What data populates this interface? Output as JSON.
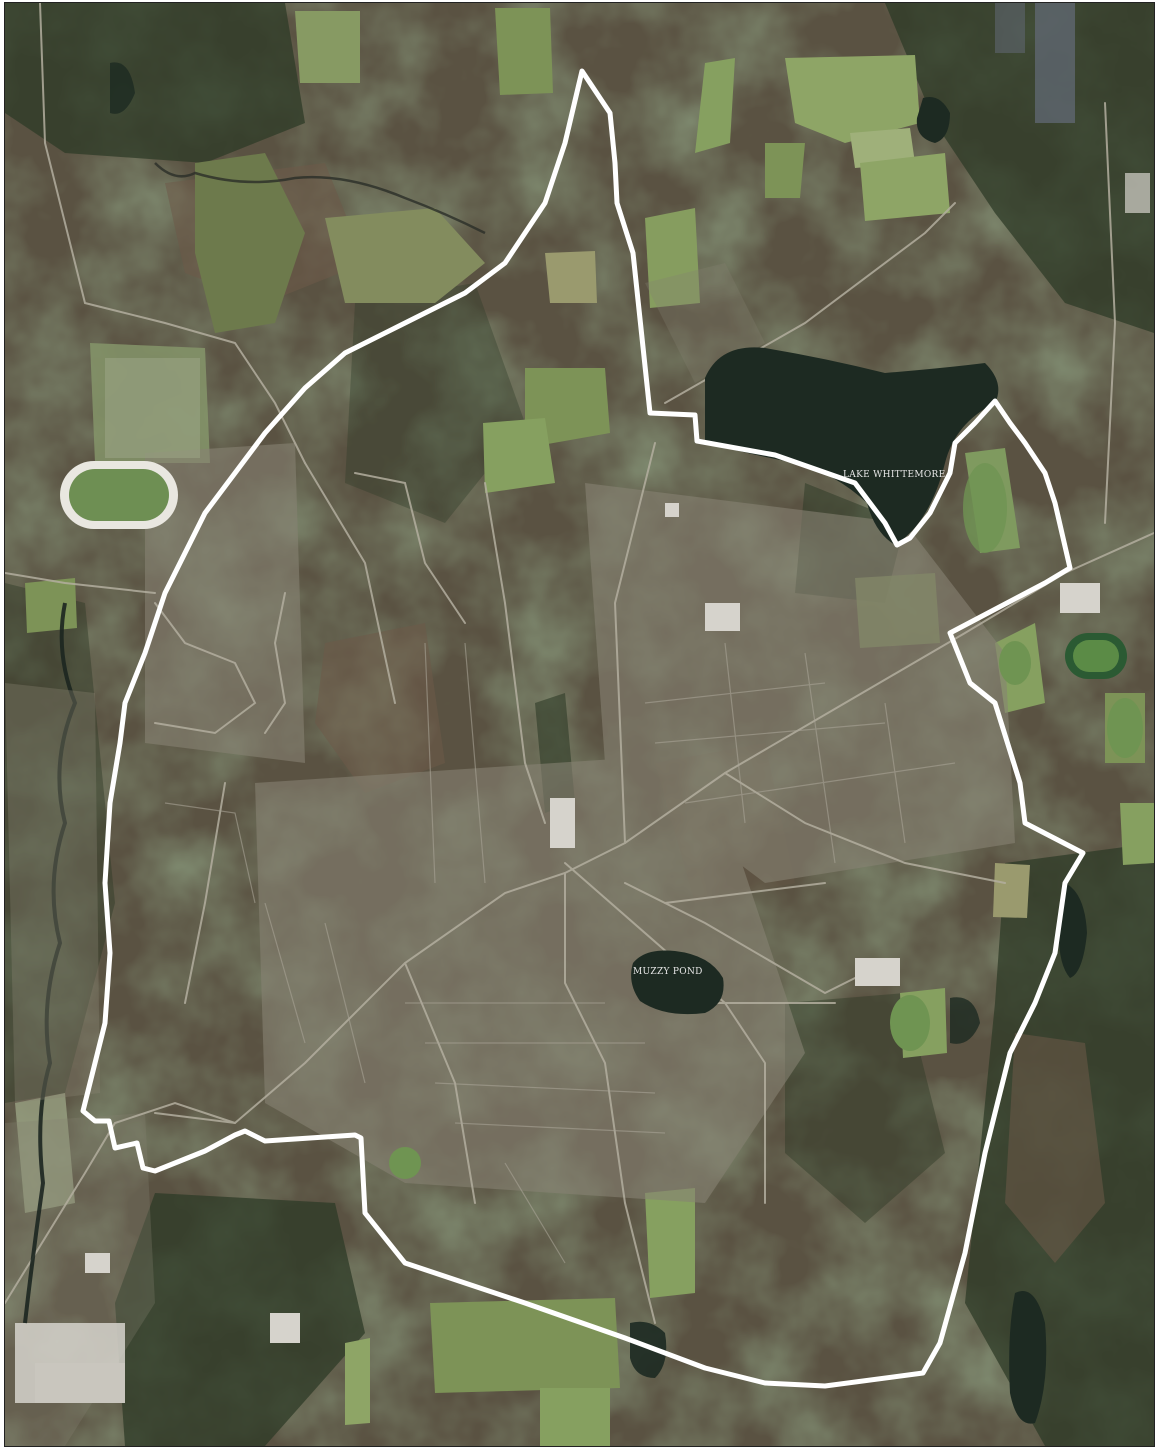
{
  "map": {
    "type": "aerial-imagery",
    "labels": {
      "lake_whittemore": "LAKE WHITTEMORE",
      "muzzy_pond": "MUZZY POND"
    },
    "colors": {
      "boundary": "#ffffff",
      "water": "#1d2a22",
      "forest": "#2f3a26",
      "field": "#7d9357",
      "field_light": "#9fb07a",
      "developed": "#8a8578",
      "road": "#b9b4a8",
      "bare": "#6b5a4a"
    }
  }
}
